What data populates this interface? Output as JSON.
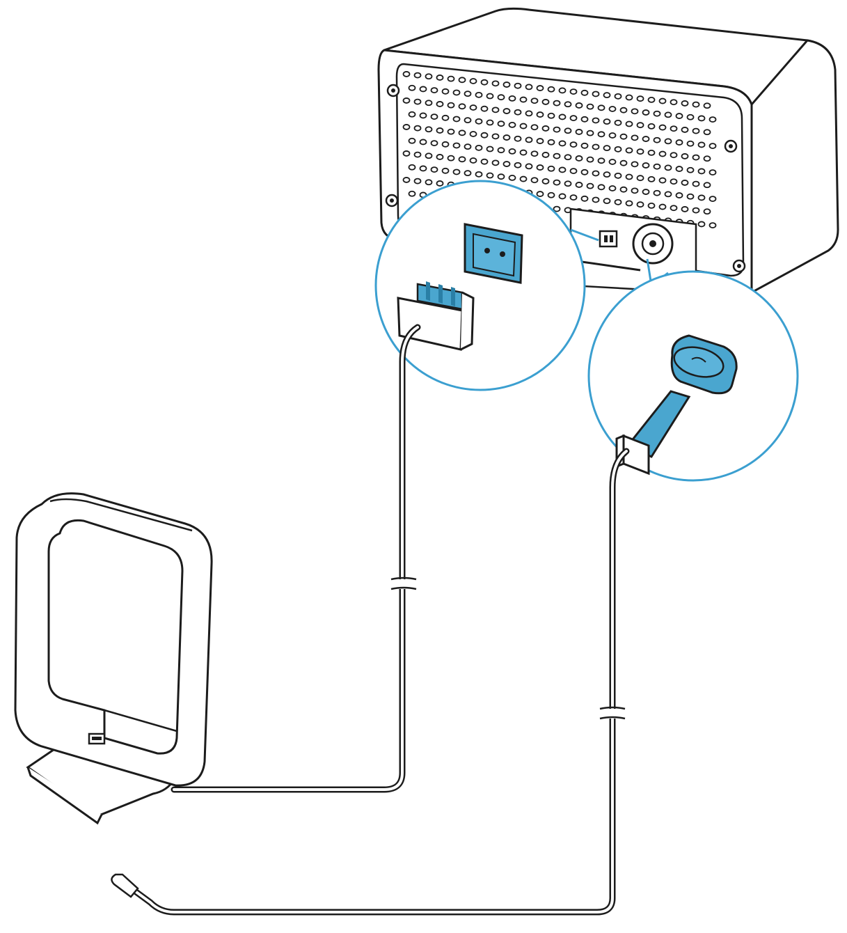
{
  "colors": {
    "line": "#1c1c1c",
    "accent": "#4aa6cf",
    "accent_dark": "#2a7fa6",
    "callout": "#3b9fd0",
    "surface": "#ffffff",
    "shade": "#e9e9e9"
  },
  "components": {
    "unit": {
      "icon": "speaker-unit-rear"
    },
    "am_antenna": {
      "icon": "am-loop-antenna"
    },
    "fm_antenna": {
      "icon": "fm-wire-antenna"
    },
    "am_connector": {
      "icon": "am-two-pin-plug"
    },
    "fm_connector": {
      "icon": "fm-coaxial-plug"
    }
  },
  "callouts": [
    {
      "name": "am-socket-callout",
      "icon": "zoom-circle"
    },
    {
      "name": "fm-socket-callout",
      "icon": "zoom-circle"
    }
  ]
}
